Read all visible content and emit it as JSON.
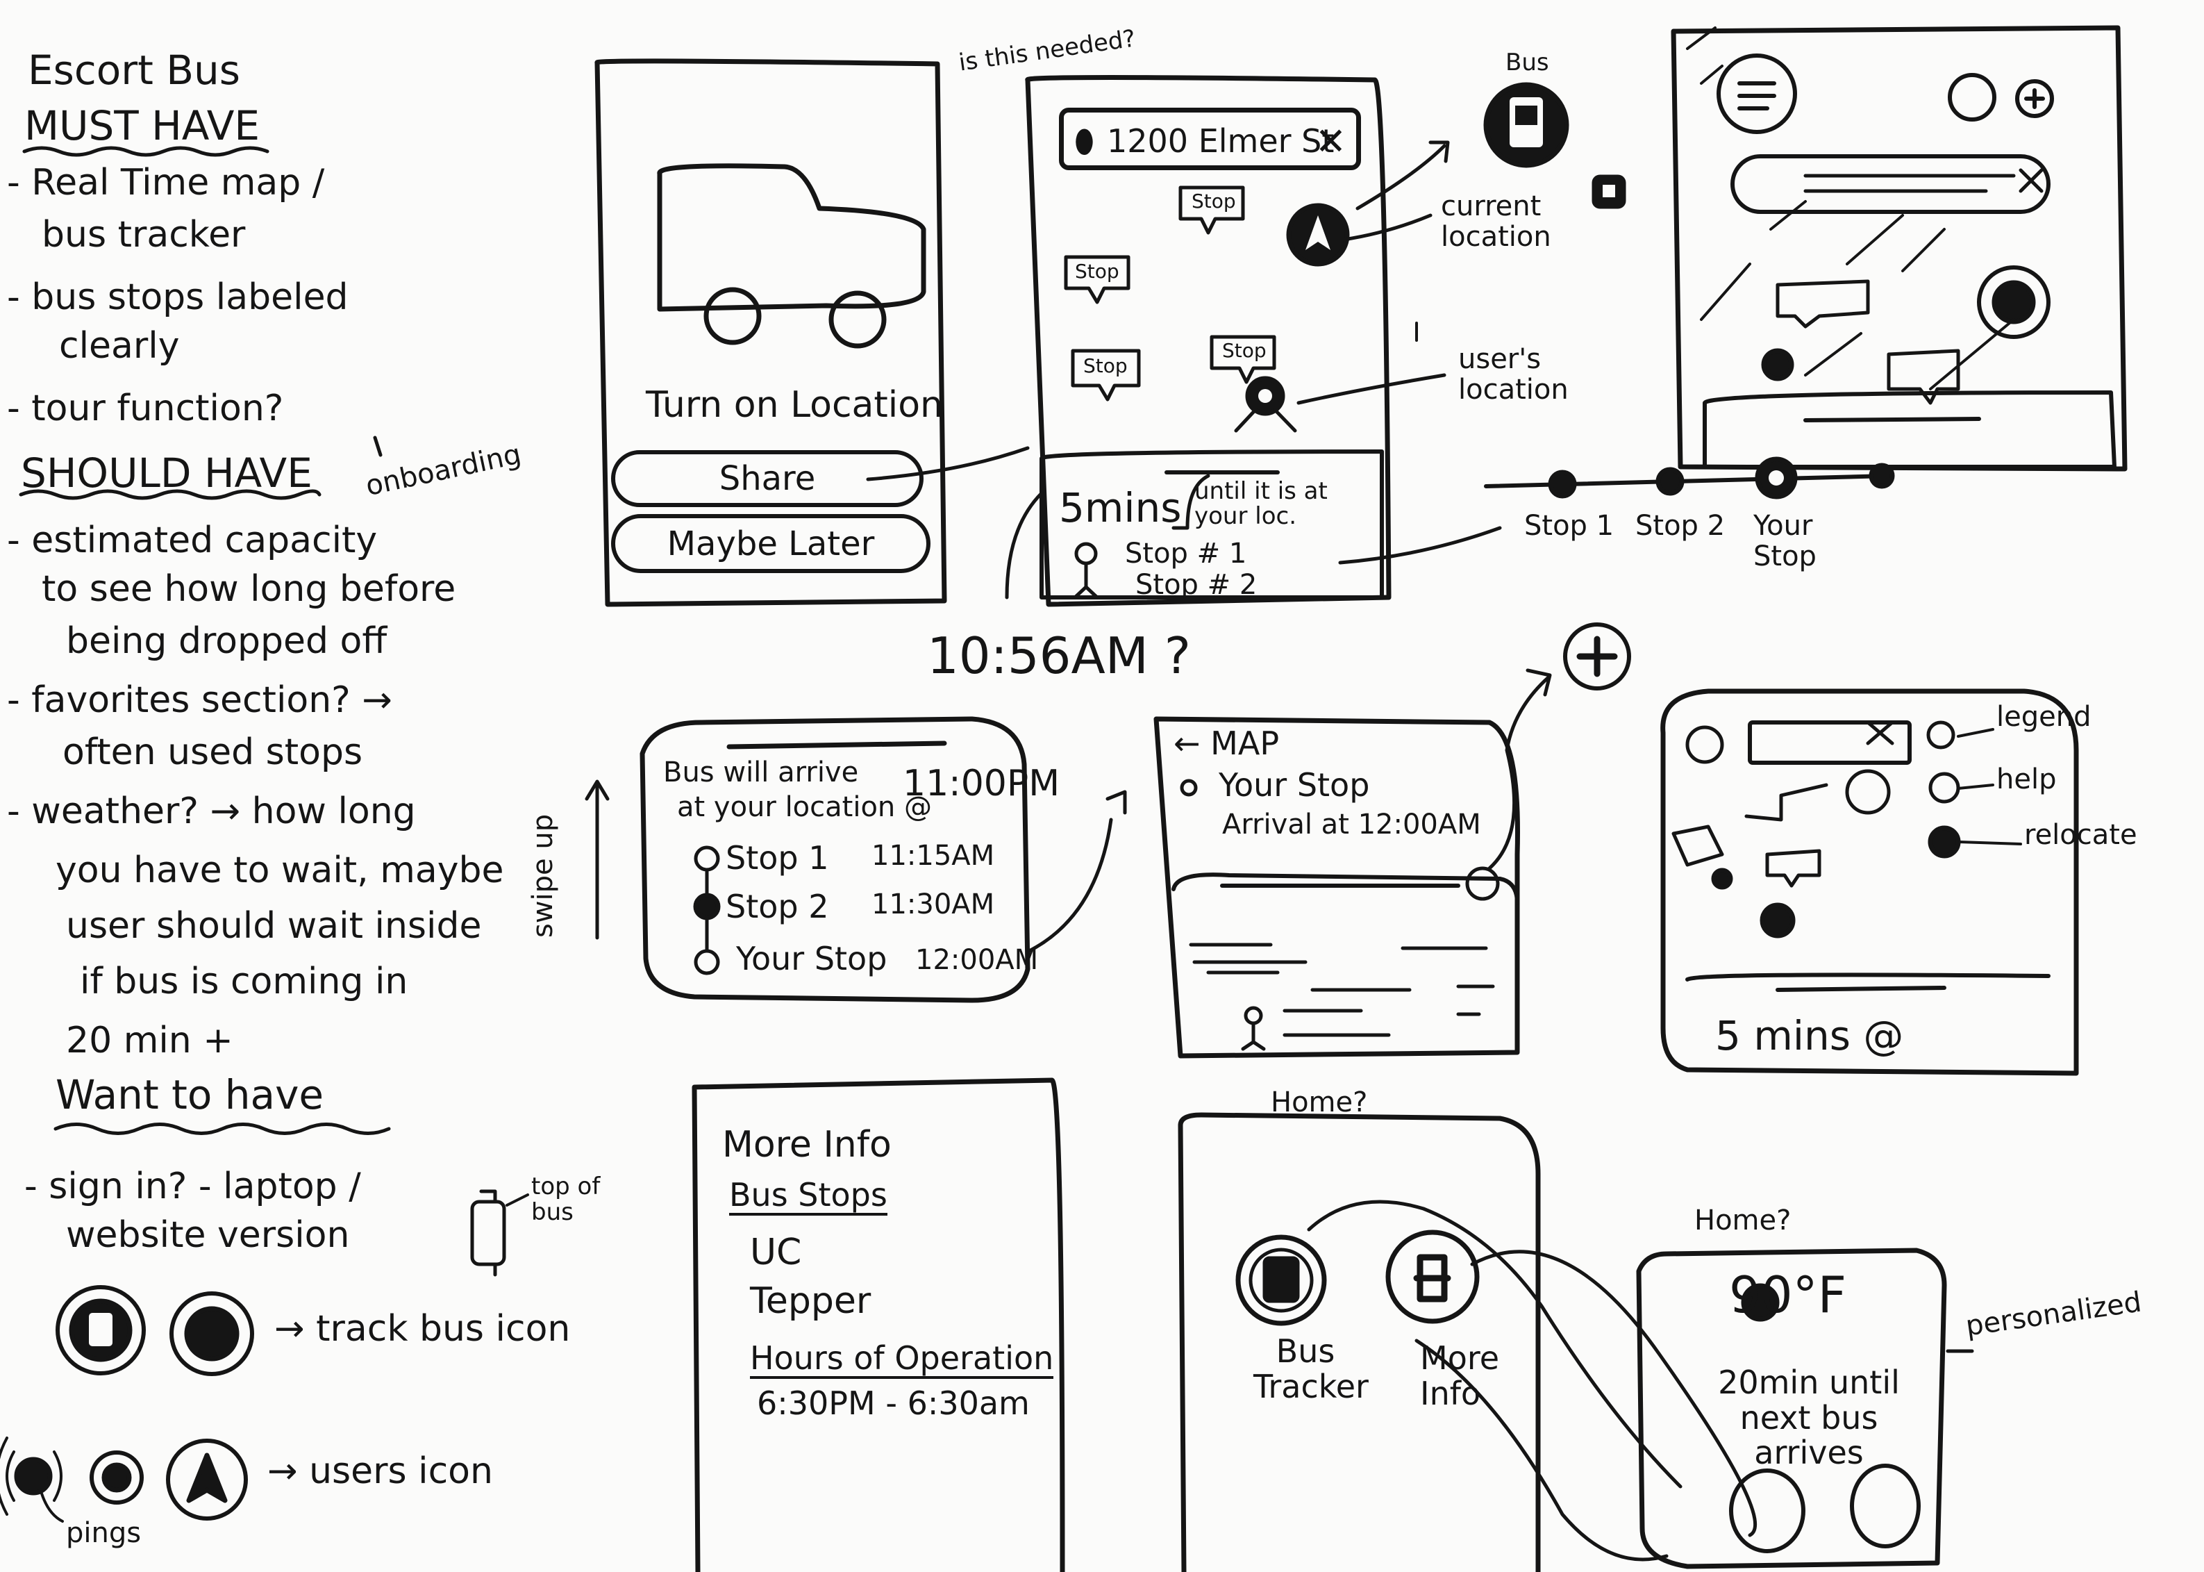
{
  "notes": {
    "title": "Escort Bus",
    "must_have": "MUST HAVE",
    "must_items": [
      "- Real Time map /",
      "bus tracker",
      "- bus stops labeled",
      "clearly",
      "- tour function?"
    ],
    "should_have": "SHOULD HAVE",
    "onboarding": "onboarding",
    "should_items": [
      "- estimated capacity",
      "to see how long before",
      "being dropped off",
      "- favorites section? →",
      "often used stops",
      "- weather? → how long",
      "you have to wait, maybe",
      "user should wait inside",
      "if bus is coming in",
      "20 min +"
    ],
    "want_to_have": "Want to have",
    "want_items": [
      "- sign in? - laptop /",
      "website version"
    ],
    "top_of_bus": "top of bus",
    "track_bus_icon": "→ track bus icon",
    "users_icon": "→ users icon",
    "pings": "pings"
  },
  "screen_onboarding": {
    "prompt": "Turn on Location",
    "share": "Share",
    "maybe_later": "Maybe Later"
  },
  "screen_map": {
    "annotation": "is this needed?",
    "search_value": "1200 Elmer St",
    "stop_label": "Stop",
    "eta_value": "5mins",
    "eta_suffix": "until it is at your loc.",
    "stop1": "Stop # 1",
    "stop2": "Stop # 2",
    "time": "10:56AM ?"
  },
  "annotations_right": {
    "bus": "Bus",
    "current_location": "current location",
    "users_location": "user's location",
    "stop1": "Stop 1",
    "stop2": "Stop 2",
    "your_stop": "Your Stop"
  },
  "screen_schedule": {
    "swipe": "swipe up",
    "arrive_line1": "Bus will arrive",
    "arrive_line2": "at your location @",
    "arrive_time": "11:00PM",
    "rows": [
      {
        "name": "Stop 1",
        "time": "11:15AM"
      },
      {
        "name": "Stop 2",
        "time": "11:30AM"
      },
      {
        "name": "Your Stop",
        "time": "12:00AM"
      }
    ]
  },
  "screen_detail": {
    "back": "← MAP",
    "your_stop": "Your Stop",
    "arrival": "Arrival at 12:00AM"
  },
  "screen_map2": {
    "eta": "5 mins @",
    "legend": [
      "legend",
      "help",
      "relocate"
    ]
  },
  "screen_more_info": {
    "title": "More Info",
    "bus_stops": "Bus Stops",
    "stops": [
      "UC",
      "Tepper"
    ],
    "hours": "Hours of Operation",
    "hours_value": "6:30PM - 6:30am"
  },
  "screen_home1": {
    "label": "Home?",
    "bus_tracker": "Bus Tracker",
    "more_info": "More Info"
  },
  "screen_home2": {
    "label": "Home?",
    "temp": "90°F",
    "message": "20min until next bus arrives",
    "personalized": "personalized"
  }
}
